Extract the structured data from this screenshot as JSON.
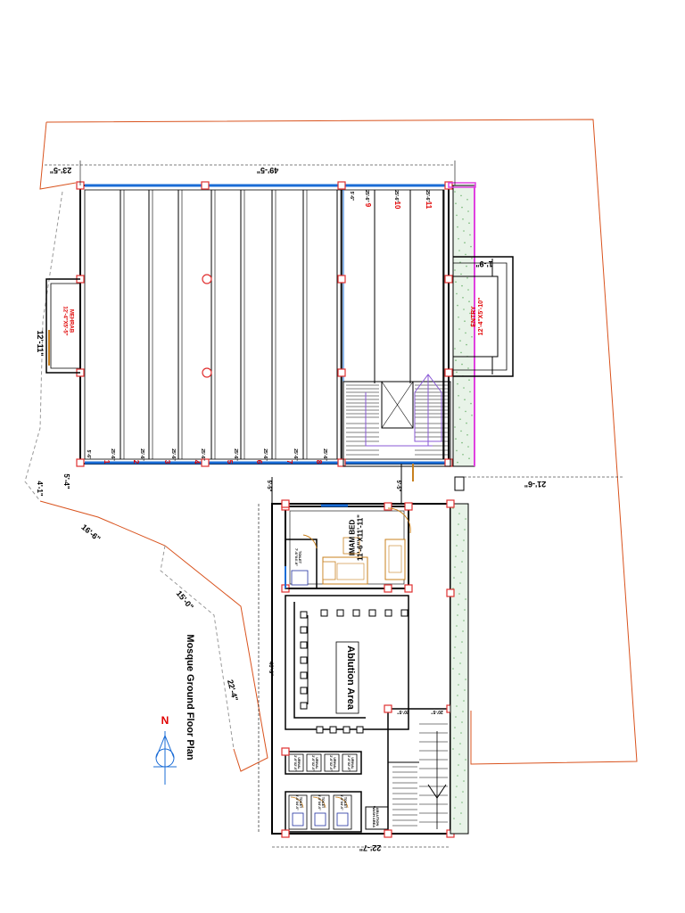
{
  "title": "Mosque Ground Floor Plan",
  "north_label": "N",
  "colors": {
    "boundary": "#d9531e",
    "wall": "#000000",
    "column": "#e03030",
    "window": "#1a6cd6",
    "furniture": "#c8801e",
    "fixture": "#2030a0",
    "stair": "#8a5ad6",
    "grass": "#78b878",
    "pink": "#e040e0",
    "label_red": "#e00000"
  },
  "rooms": {
    "mehrab": "MEHRAB\n12'-4\"X5'-5\"",
    "entry": "ENTRY\n12'-4\"X5'-10\"",
    "imam_bed": "IMAM BED\n11'-6\"X11'-11\"",
    "ablution": "Ablution Area",
    "toilet_imam": "TOILET\n7'-6\"X4'-0\"",
    "urinal_labels": [
      "URINAL\n2'-6\"X2'-0\"",
      "URINAL\n2'-6\"X2'-0\"",
      "URINAL\n2'-6\"X2'-0\"",
      "URINAL\n2'-6\"X2'-0\""
    ],
    "toilet_labels": [
      "TOILET\n3'-0\"X4'-0\"",
      "TOILET\n3'-0\"X4'-0\"",
      "TOILET\n3'-0\"X4'-0\""
    ],
    "wash_area": "ABLUTION\nWASH AREA"
  },
  "dimensions": {
    "top_total": "49'-5\"",
    "top_left": "23'-5\"",
    "right_top": "1'-9\"",
    "right_mid": "21'-6\"",
    "left_mehrab": "12'-11\"",
    "left_small1": "4'-1\"",
    "left_small2": "5'-4\"",
    "boundary_16": "16'-6\"",
    "boundary_15": "15'-0\"",
    "boundary_22": "22'-4\"",
    "bottom": "22'-7\"",
    "corridor_left": "5'-5\"",
    "corridor_right": "5'-5\"",
    "left_side_ablution": "46'-9\"",
    "stair_col1": "20'-5\"",
    "stair_col2": "20'-5\""
  },
  "bays": {
    "numbers": [
      "1",
      "2",
      "3",
      "4",
      "5",
      "6",
      "7",
      "8"
    ],
    "upper_numbers": [
      "9",
      "10",
      "11"
    ],
    "spacing": "25'-6\"",
    "spacing_left": "5'-6\""
  }
}
